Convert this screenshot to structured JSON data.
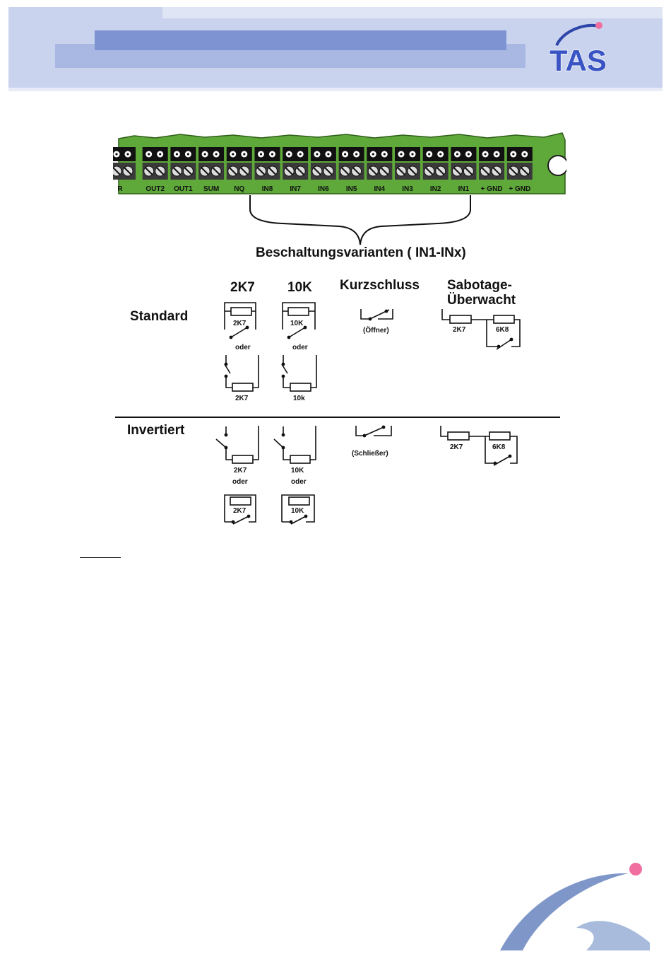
{
  "header": {
    "logo_text": "TAS",
    "colors": {
      "band_light": "#c7d2ec",
      "band_mid": "#9fb0dc",
      "band_dark": "#7a8fd0",
      "logo_blue": "#2d44a8",
      "accent_pink": "#f06fa0"
    }
  },
  "board": {
    "terminals": [
      "R",
      "OUT2",
      "OUT1",
      "SUM",
      "NQ",
      "IN8",
      "IN7",
      "IN6",
      "IN5",
      "IN4",
      "IN3",
      "IN2",
      "IN1",
      "+ GND",
      "+ GND"
    ],
    "color": "#5fa83a"
  },
  "section_title": "Beschaltungsvarianten ( IN1-INx)",
  "columns": {
    "c2k7": "2K7",
    "c10k": "10K",
    "kurz": "Kurzschluss",
    "sab1": "Sabotage-",
    "sab2": "Überwacht"
  },
  "rows": {
    "standard": "Standard",
    "invertiert": "Invertiert"
  },
  "diagram_labels": {
    "r2k7": "2K7",
    "r10k": "10K",
    "r10k_lower": "10k",
    "r6k8": "6K8",
    "oder": "oder",
    "oeffner": "(Öffner)",
    "schliesser": "(Schließer)"
  },
  "footer": {
    "underline_note": ""
  }
}
